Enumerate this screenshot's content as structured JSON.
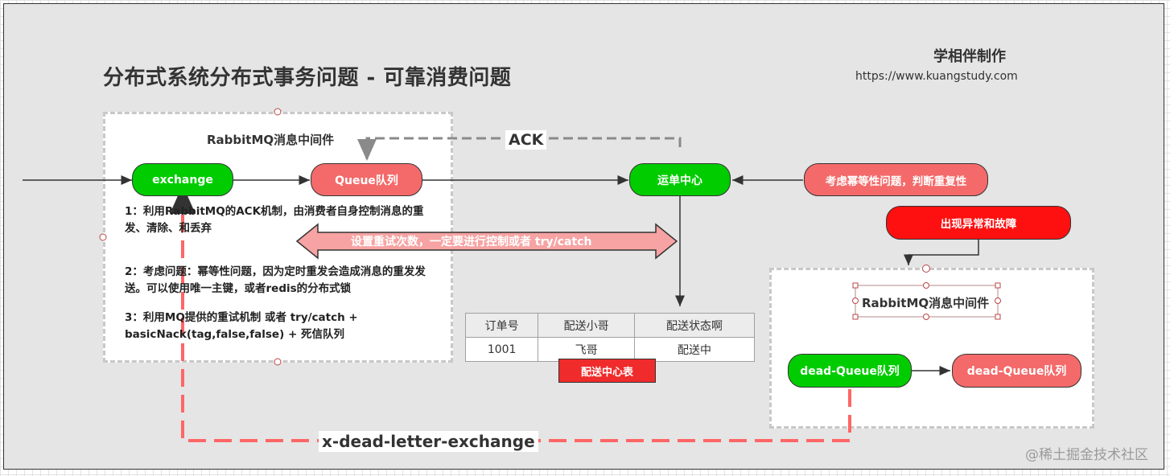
{
  "header": {
    "title": "分布式系统分布式事务问题 - 可靠消费问题",
    "brand": "学相伴制作",
    "url": "https://www.kuangstudy.com"
  },
  "left_panel": {
    "title": "RabbitMQ消息中间件",
    "exchange": "exchange",
    "queue": "Queue队列",
    "notes": [
      "1：利用RabbitMQ的ACK机制，由消费者自身控制消息的重发、清除、和丢弃",
      "2：考虑问题：幂等性问题，因为定时重发会造成消息的重发发送。可以使用唯一主键，或者redis的分布式锁",
      "3：利用MQ提供的重试机制 或者  try/catch + basicNack(tag,false,false)  + 死信队列"
    ]
  },
  "flow": {
    "ack_label": "ACK",
    "dispatch_center": "运单中心",
    "idempotence_note": "考虑幂等性问题，判断重复性",
    "exception": "出现异常和故障",
    "retry_arrow": "设置重试次数，一定要进行控制或者 try/catch",
    "dlx_label": "x-dead-letter-exchange"
  },
  "right_panel": {
    "title": "RabbitMQ消息中间件",
    "dead_queue_1": "dead-Queue队列",
    "dead_queue_2": "dead-Queue队列"
  },
  "orders_table": {
    "headers": [
      "订单号",
      "配送小哥",
      "配送状态啊"
    ],
    "rows": [
      [
        "1001",
        "飞哥",
        "配送中"
      ]
    ],
    "caption": "配送中心表"
  },
  "watermark": "@稀土掘金技术社区",
  "colors": {
    "green": "#00cc00",
    "salmon": "#f46a6a",
    "red": "#ff1010",
    "dashed_red": "#ff6666"
  }
}
